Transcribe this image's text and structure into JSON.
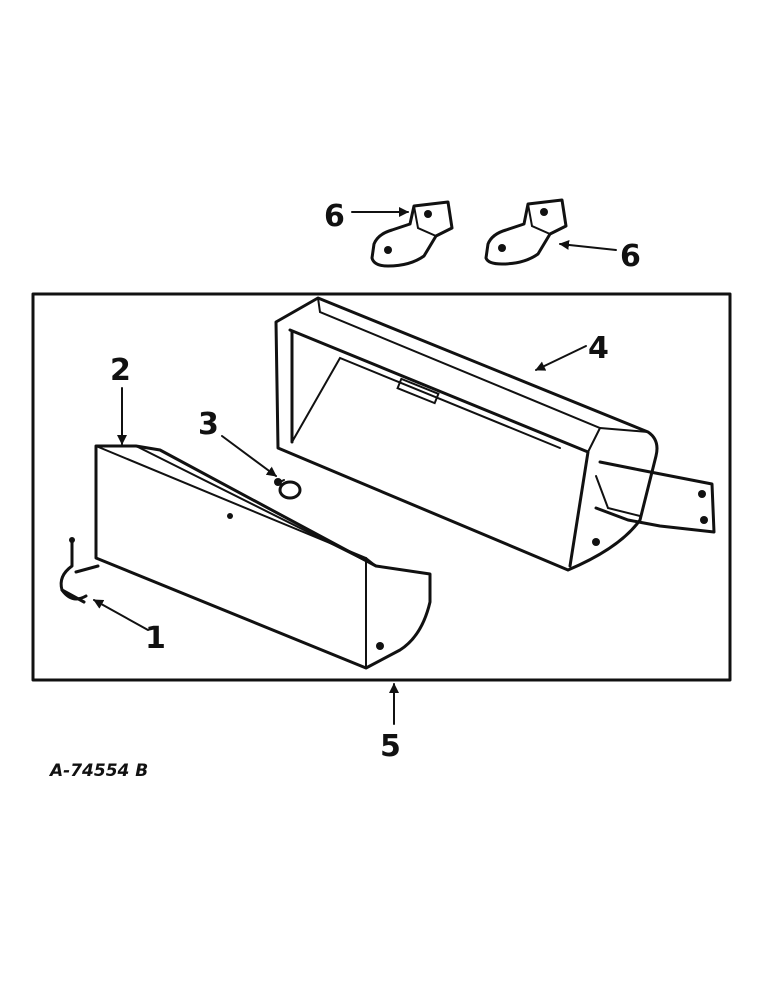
{
  "callouts": {
    "c1": "1",
    "c2": "2",
    "c3": "3",
    "c4": "4",
    "c5": "5",
    "c6a": "6",
    "c6b": "6"
  },
  "reference_number": "A-74554 B"
}
